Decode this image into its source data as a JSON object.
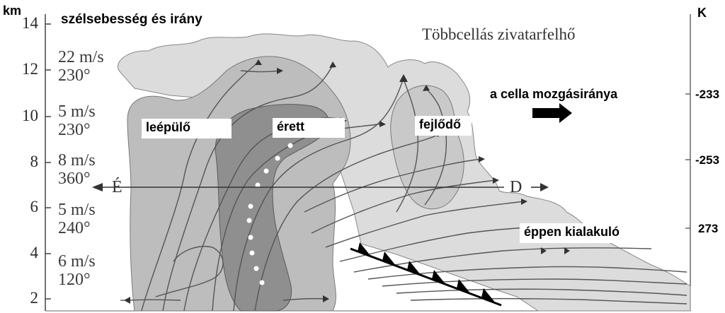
{
  "title": "szélsebesség és irány",
  "subtitle": "Többcellás zivatarfelhő",
  "left_axis": {
    "unit": "km",
    "ticks": [
      "14",
      "12",
      "10",
      "8",
      "6",
      "4",
      "2"
    ]
  },
  "right_axis": {
    "unit": "K",
    "ticks": [
      "-233",
      "-253",
      "273"
    ]
  },
  "wind_profile": [
    {
      "speed": "22 m/s",
      "dir": "230°"
    },
    {
      "speed": "5 m/s",
      "dir": "230°"
    },
    {
      "speed": "8 m/s",
      "dir": "360°"
    },
    {
      "speed": "5 m/s",
      "dir": "240°"
    },
    {
      "speed": "6 m/s",
      "dir": "120°"
    }
  ],
  "cell_labels": {
    "dissipating": "leépülő",
    "mature": "érett",
    "developing": "fejlődő",
    "forming": "éppen kialakuló"
  },
  "motion_label": "a cella mozgásiránya",
  "compass": {
    "north": "É",
    "south": "D"
  },
  "colors": {
    "cloud_light": "#dcdcdc",
    "cloud_mid": "#bdbdbd",
    "core_dark": "#8f8f8f",
    "streamline": "#555555"
  }
}
